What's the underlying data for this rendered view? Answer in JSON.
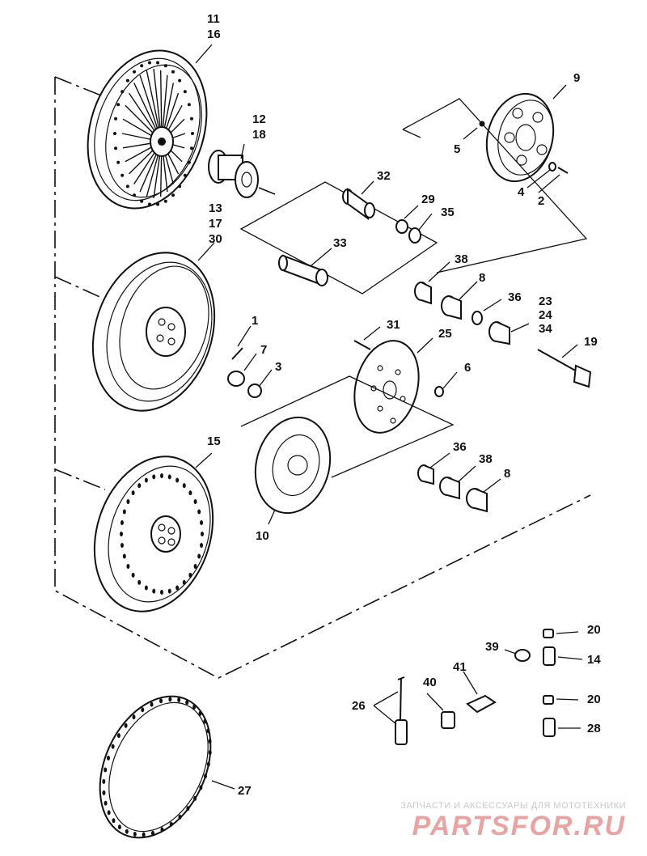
{
  "labels": [
    {
      "id": "11",
      "text": "11"
    },
    {
      "id": "16",
      "text": "16"
    },
    {
      "id": "12",
      "text": "12"
    },
    {
      "id": "18",
      "text": "18"
    },
    {
      "id": "9",
      "text": "9"
    },
    {
      "id": "5",
      "text": "5"
    },
    {
      "id": "4",
      "text": "4"
    },
    {
      "id": "2",
      "text": "2"
    },
    {
      "id": "32",
      "text": "32"
    },
    {
      "id": "29",
      "text": "29"
    },
    {
      "id": "35",
      "text": "35"
    },
    {
      "id": "33",
      "text": "33"
    },
    {
      "id": "13",
      "text": "13"
    },
    {
      "id": "17",
      "text": "17"
    },
    {
      "id": "30",
      "text": "30"
    },
    {
      "id": "38a",
      "text": "38"
    },
    {
      "id": "8a",
      "text": "8"
    },
    {
      "id": "36a",
      "text": "36"
    },
    {
      "id": "23",
      "text": "23"
    },
    {
      "id": "24",
      "text": "24"
    },
    {
      "id": "34",
      "text": "34"
    },
    {
      "id": "19",
      "text": "19"
    },
    {
      "id": "1",
      "text": "1"
    },
    {
      "id": "7",
      "text": "7"
    },
    {
      "id": "3",
      "text": "3"
    },
    {
      "id": "31",
      "text": "31"
    },
    {
      "id": "25",
      "text": "25"
    },
    {
      "id": "6",
      "text": "6"
    },
    {
      "id": "15",
      "text": "15"
    },
    {
      "id": "10",
      "text": "10"
    },
    {
      "id": "36b",
      "text": "36"
    },
    {
      "id": "38b",
      "text": "38"
    },
    {
      "id": "8b",
      "text": "8"
    },
    {
      "id": "20a",
      "text": "20"
    },
    {
      "id": "39",
      "text": "39"
    },
    {
      "id": "14",
      "text": "14"
    },
    {
      "id": "41",
      "text": "41"
    },
    {
      "id": "40",
      "text": "40"
    },
    {
      "id": "26",
      "text": "26"
    },
    {
      "id": "20b",
      "text": "20"
    },
    {
      "id": "28",
      "text": "28"
    },
    {
      "id": "27",
      "text": "27"
    }
  ],
  "watermark": {
    "tagline": "ЗАПЧАСТИ И АКСЕССУАРЫ ДЛЯ МОТОТЕХНИКИ",
    "brand": "PARTSFOR.RU"
  }
}
